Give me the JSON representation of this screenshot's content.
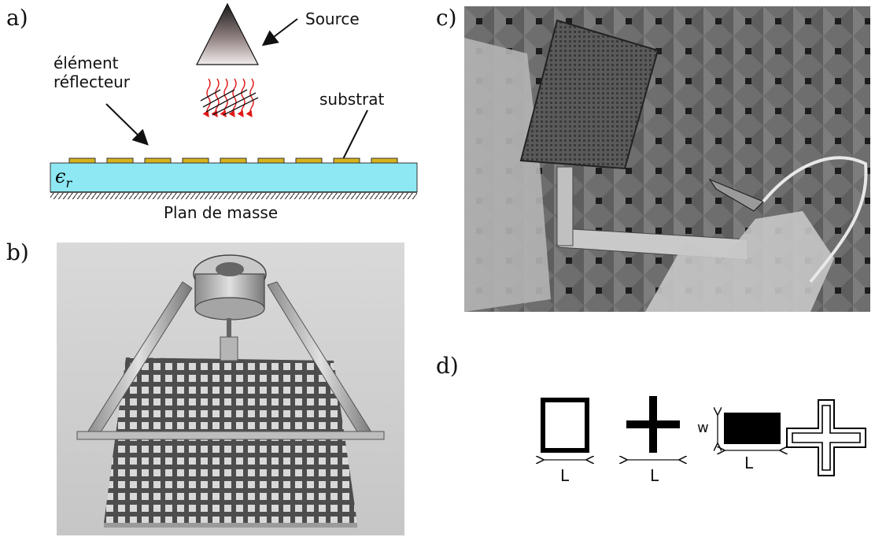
{
  "panel_labels": {
    "a": "a)",
    "b": "b)",
    "c": "c)",
    "d": "d)"
  },
  "panel_a": {
    "source": "Source",
    "reflector_line1": "élément",
    "reflector_line2": "réflecteur",
    "substrate": "substrat",
    "epsilon": "ϵ",
    "epsilon_sub": "r",
    "ground_plane": "Plan de masse"
  },
  "panel_d": {
    "square_loop_dim": "L",
    "cross_dim": "L",
    "patch_width_dim": "w",
    "patch_length_dim": "L"
  },
  "colors": {
    "substrate_fill": "#8ee8f3",
    "patch_fill": "#d6b21c",
    "wave_color": "#e01818",
    "photo_bg": "#cfcfcf",
    "chamber_bg": "#6a6a6a"
  }
}
